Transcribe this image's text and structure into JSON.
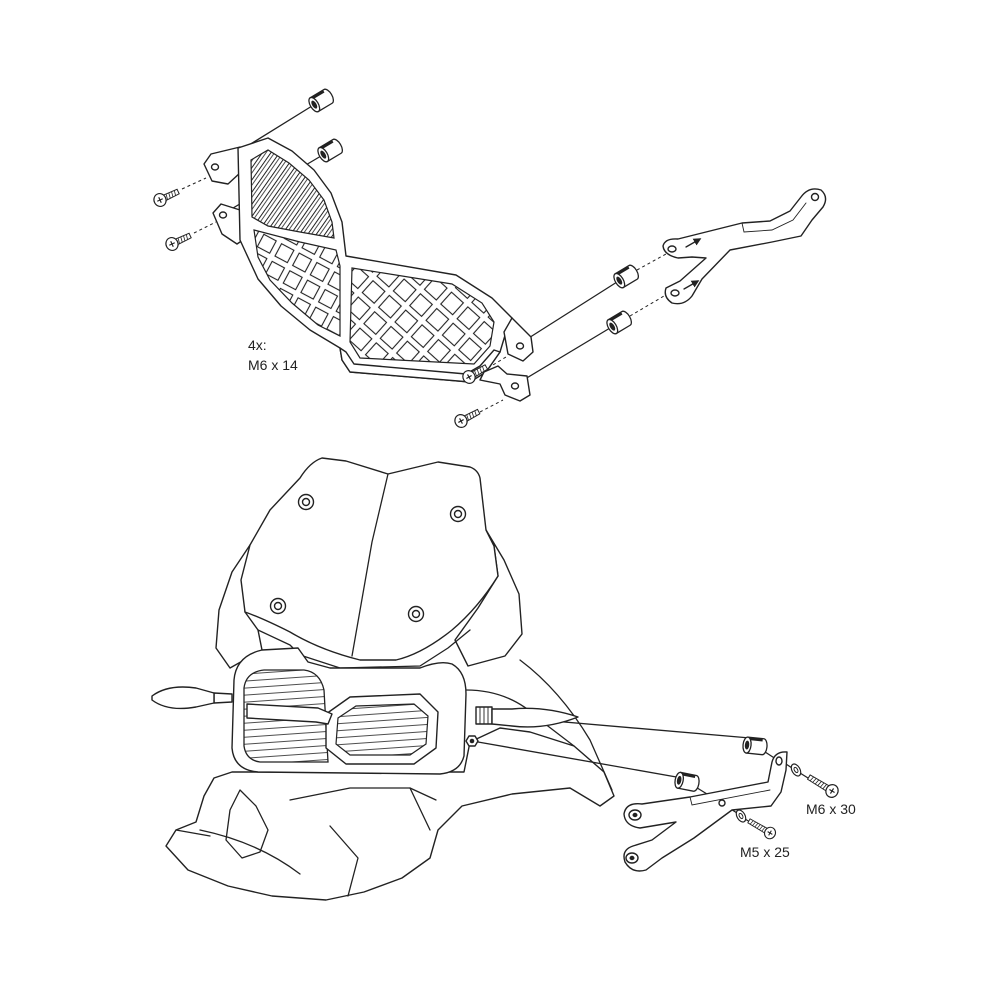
{
  "labels": {
    "upper_screw_quantity": "4x:",
    "upper_screw_size": "M6 x 14",
    "lower_screw_large": "M6 x 30",
    "lower_screw_small": "M5 x 25"
  },
  "colors": {
    "line": "#222222",
    "background": "#ffffff"
  }
}
